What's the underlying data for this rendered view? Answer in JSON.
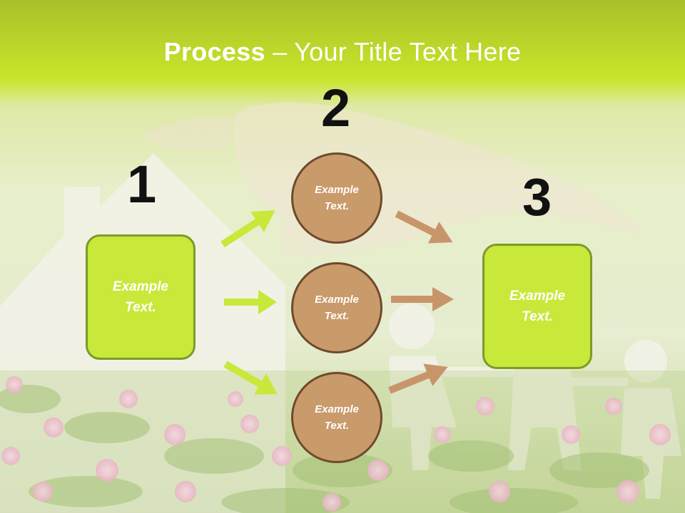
{
  "title": {
    "bold": "Process",
    "rest": " – Your Title Text Here"
  },
  "steps": [
    {
      "number": "1",
      "text": "Example Text."
    },
    {
      "number": "2",
      "texts": [
        "Example Text.",
        "Example Text.",
        "Example Text."
      ]
    },
    {
      "number": "3",
      "text": "Example Text."
    }
  ],
  "colors": {
    "green_box": "#c8e83a",
    "brown_circle": "#c99a6a",
    "green_arrow": "#c8e83a",
    "brown_arrow": "#c8956a",
    "header": "#c9e52a"
  }
}
